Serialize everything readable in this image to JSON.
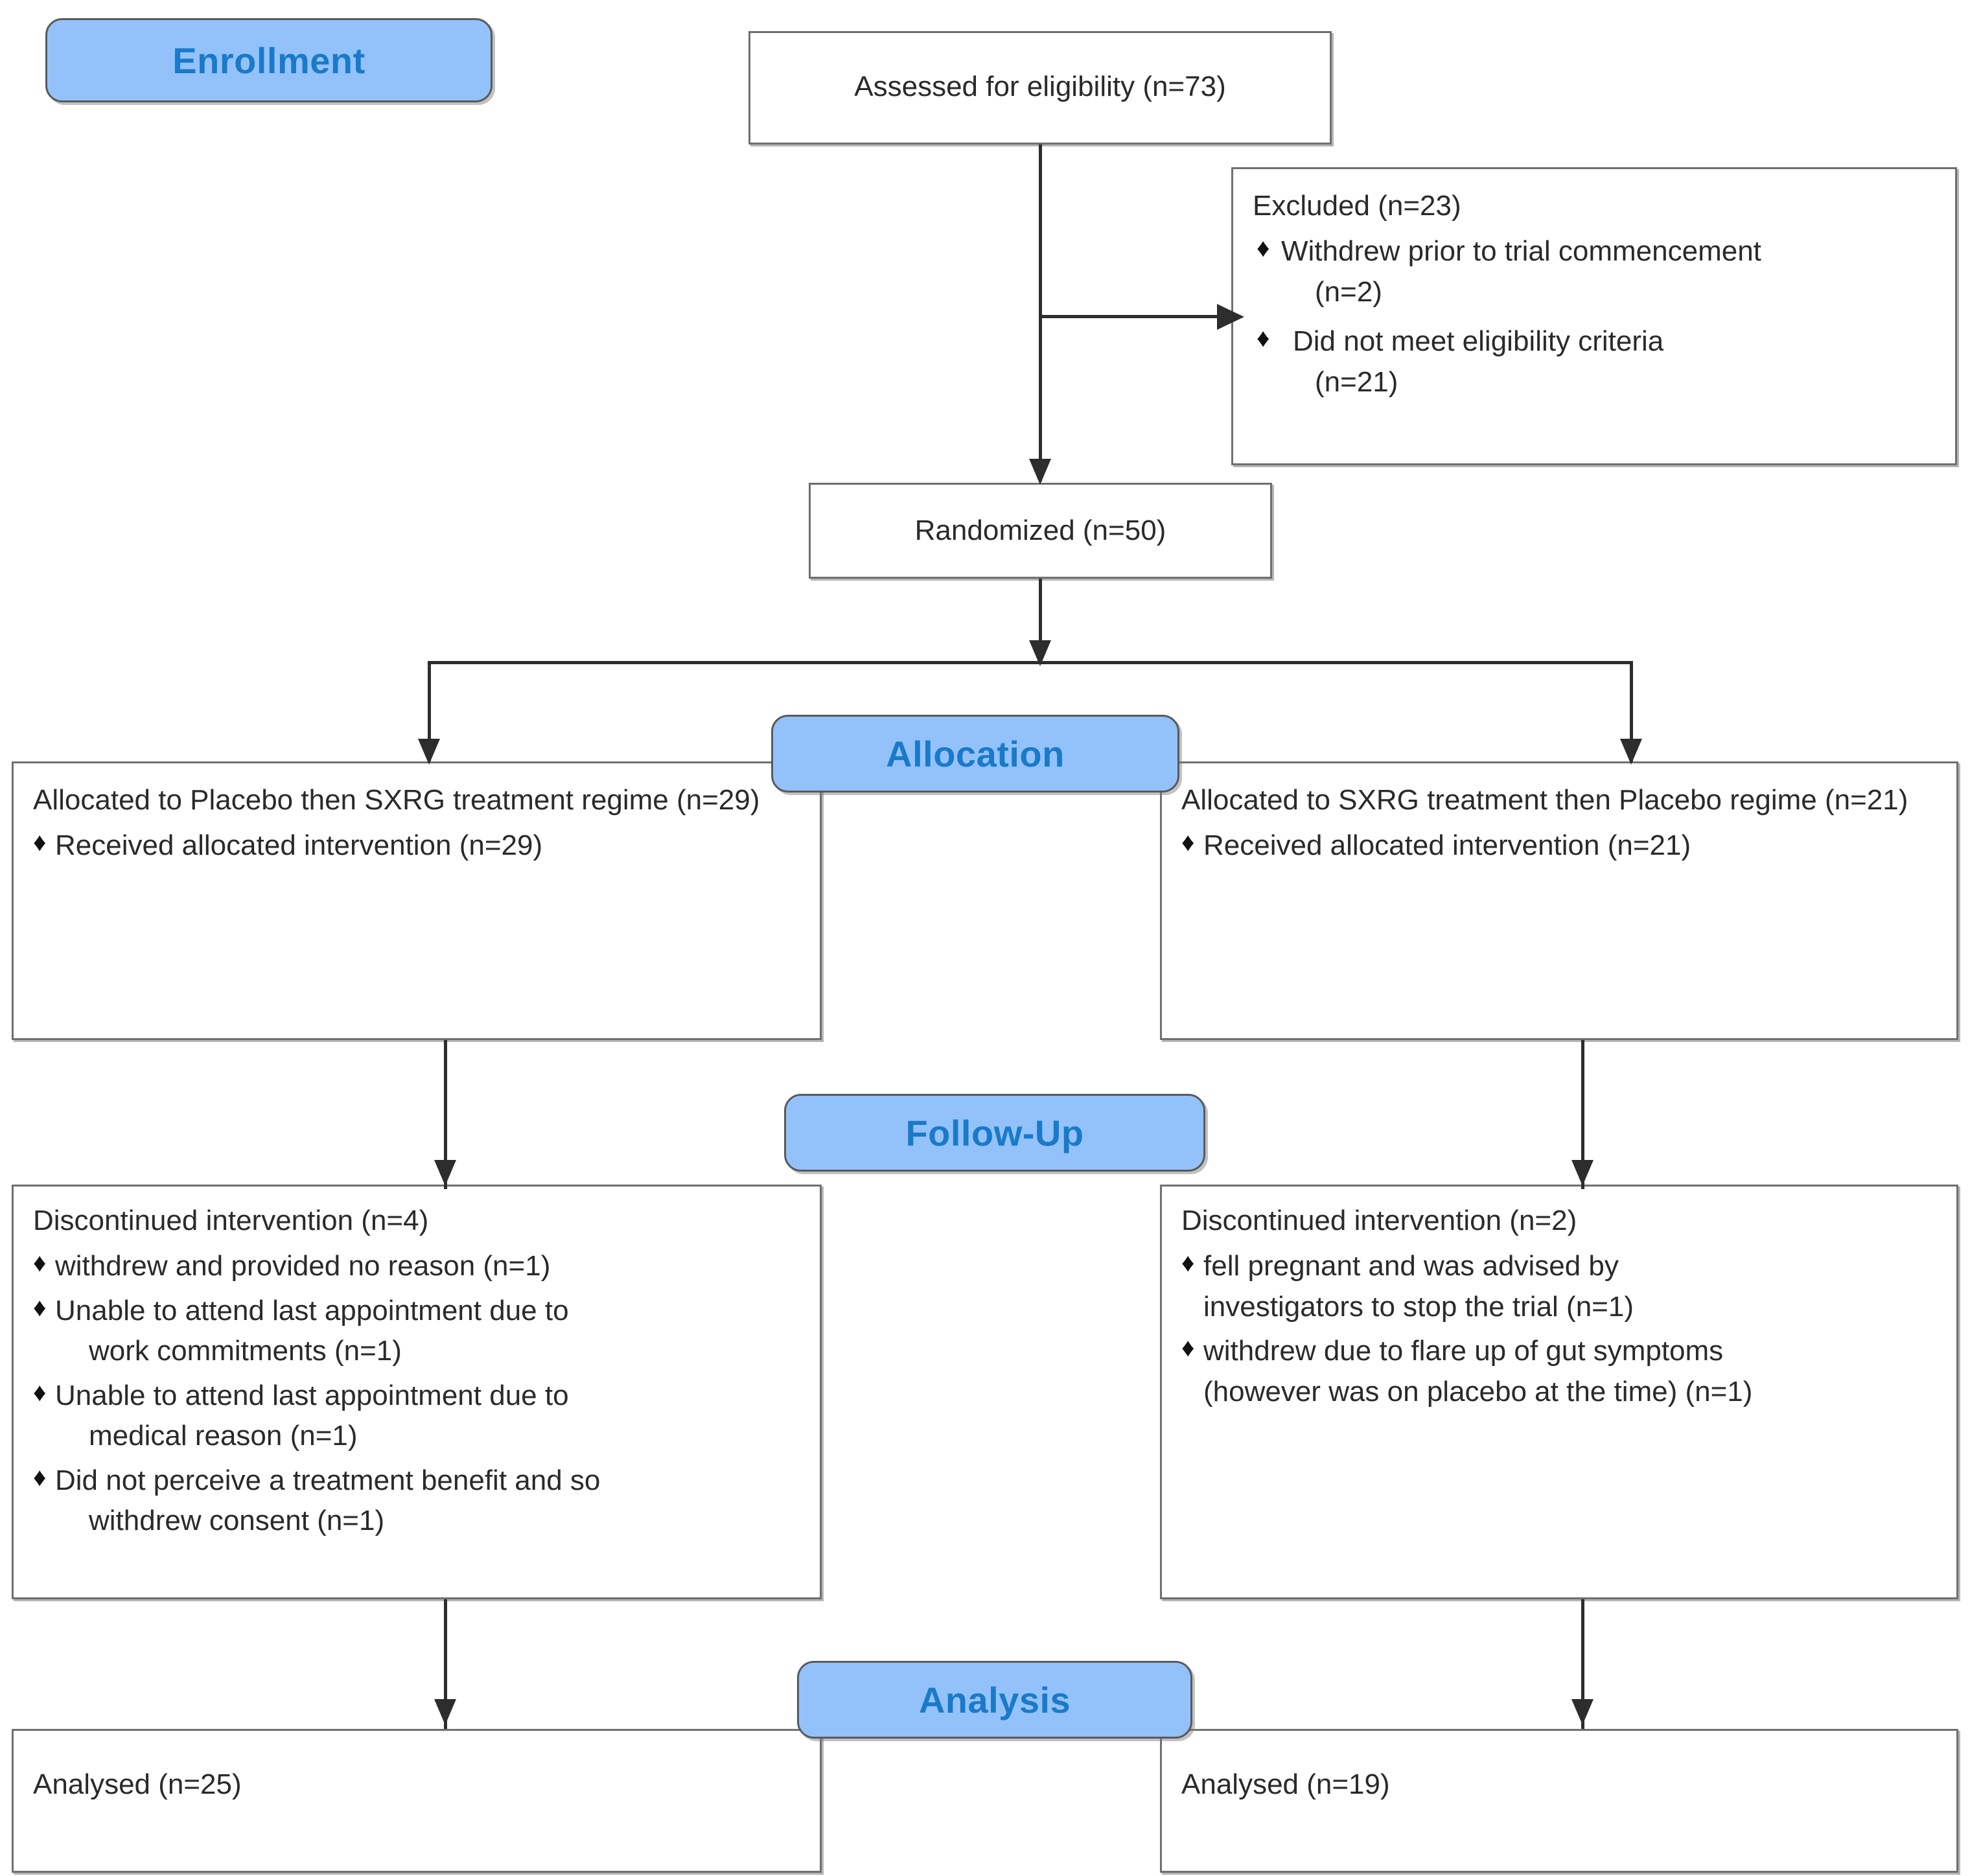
{
  "diagram": {
    "type": "CONSORT participant flow diagram",
    "stages": [
      {
        "id": "enrollment",
        "label": "Enrollment"
      },
      {
        "id": "allocation",
        "label": "Allocation"
      },
      {
        "id": "followup",
        "label": "Follow-Up"
      },
      {
        "id": "analysis",
        "label": "Analysis"
      }
    ],
    "accent_color": "#93c2fb",
    "accent_text_color": "#1a7ac8",
    "box_border_color": "#6f6f6f",
    "connector_color": "#2d2d2d"
  },
  "assessed": {
    "text": "Assessed for eligibility (n=73)",
    "n": 73
  },
  "excluded": {
    "header": "Excluded  (n=23)",
    "n": 23,
    "items": [
      {
        "text": "Withdrew prior to trial commencement",
        "count": "(n=2)",
        "n": 2
      },
      {
        "text": "Did not meet eligibility criteria",
        "count": "(n=21)",
        "n": 21
      }
    ]
  },
  "randomized": {
    "text": "Randomized (n=50)",
    "n": 50
  },
  "allocation": {
    "left": {
      "header": "Allocated to Placebo then SXRG treatment regime (n=29)",
      "n": 29,
      "items": [
        {
          "text": "Received allocated intervention (n=29)",
          "n": 29
        }
      ]
    },
    "right": {
      "header": "Allocated to SXRG treatment then Placebo regime (n=21)",
      "n": 21,
      "items": [
        {
          "text": "Received allocated intervention (n=21)",
          "n": 21
        }
      ]
    }
  },
  "followup": {
    "left": {
      "header": "Discontinued intervention (n=4)",
      "n": 4,
      "items": [
        {
          "text": "withdrew and provided no reason (n=1)",
          "cont": "",
          "n": 1
        },
        {
          "text": "Unable to attend last appointment due to",
          "cont": "work commitments (n=1)",
          "n": 1
        },
        {
          "text": "Unable to attend last appointment due to",
          "cont": "medical reason (n=1)",
          "n": 1
        },
        {
          "text": "Did not perceive a treatment benefit and so",
          "cont": "withdrew consent (n=1)",
          "n": 1
        }
      ]
    },
    "right": {
      "header": "Discontinued intervention (n=2)",
      "n": 2,
      "items": [
        {
          "text": "fell pregnant and was advised by",
          "cont": "investigators to stop the trial (n=1)",
          "n": 1
        },
        {
          "text": "withdrew due to flare up of gut symptoms",
          "cont": "(however was on placebo at the time) (n=1)",
          "n": 1
        }
      ]
    }
  },
  "analysis": {
    "left": {
      "text": "Analysed  (n=25)",
      "n": 25
    },
    "right": {
      "text": "Analysed  (n=19)",
      "n": 19
    }
  },
  "icons": {
    "bullet": "♦"
  }
}
